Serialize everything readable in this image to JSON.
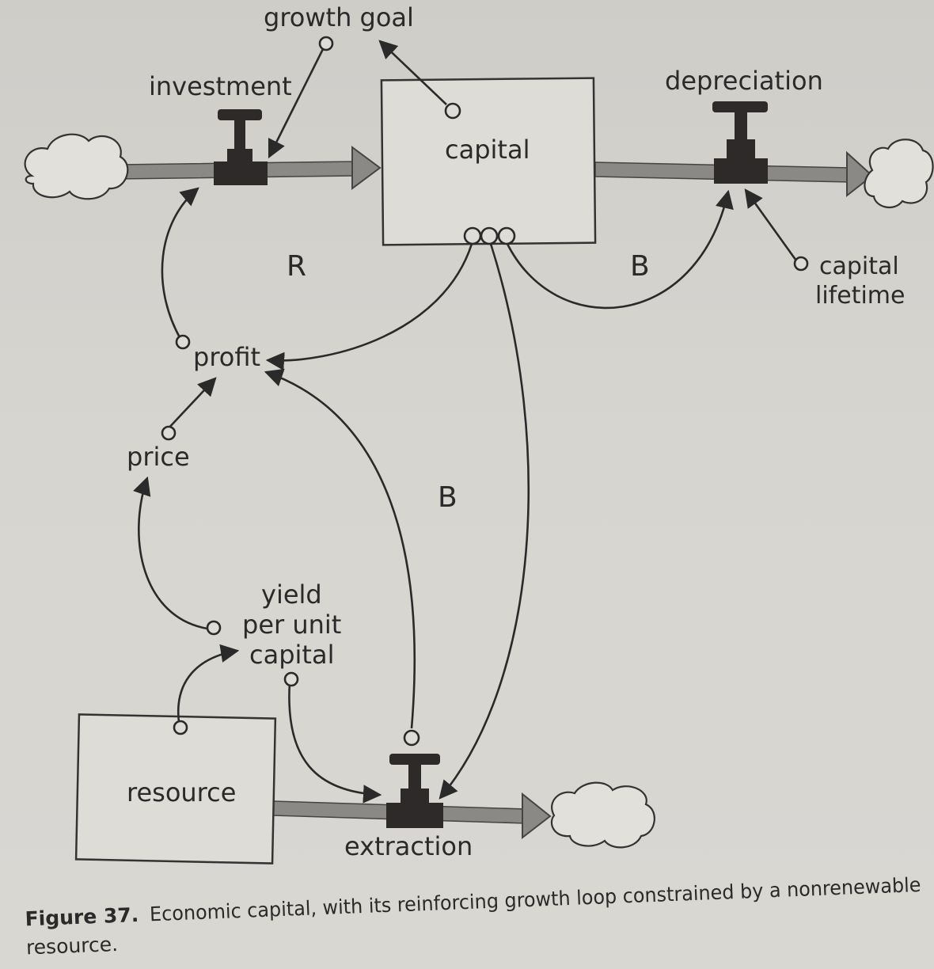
{
  "nodes": {
    "growth_goal": "growth goal",
    "investment": "investment",
    "capital": "capital",
    "depreciation": "depreciation",
    "capital_lifetime_line1": "capital",
    "capital_lifetime_line2": "lifetime",
    "profit": "profit",
    "price": "price",
    "yield_line1": "yield",
    "yield_line2": "per unit",
    "yield_line3": "capital",
    "resource": "resource",
    "extraction": "extraction"
  },
  "loops": {
    "reinforcing": "R",
    "balancing_depreciation": "B",
    "balancing_resource": "B"
  },
  "caption": {
    "label": "Figure 37.",
    "text_line1": "Economic capital, with its reinforcing growth loop constrained by a nonrenewable",
    "text_line2": "resource."
  }
}
